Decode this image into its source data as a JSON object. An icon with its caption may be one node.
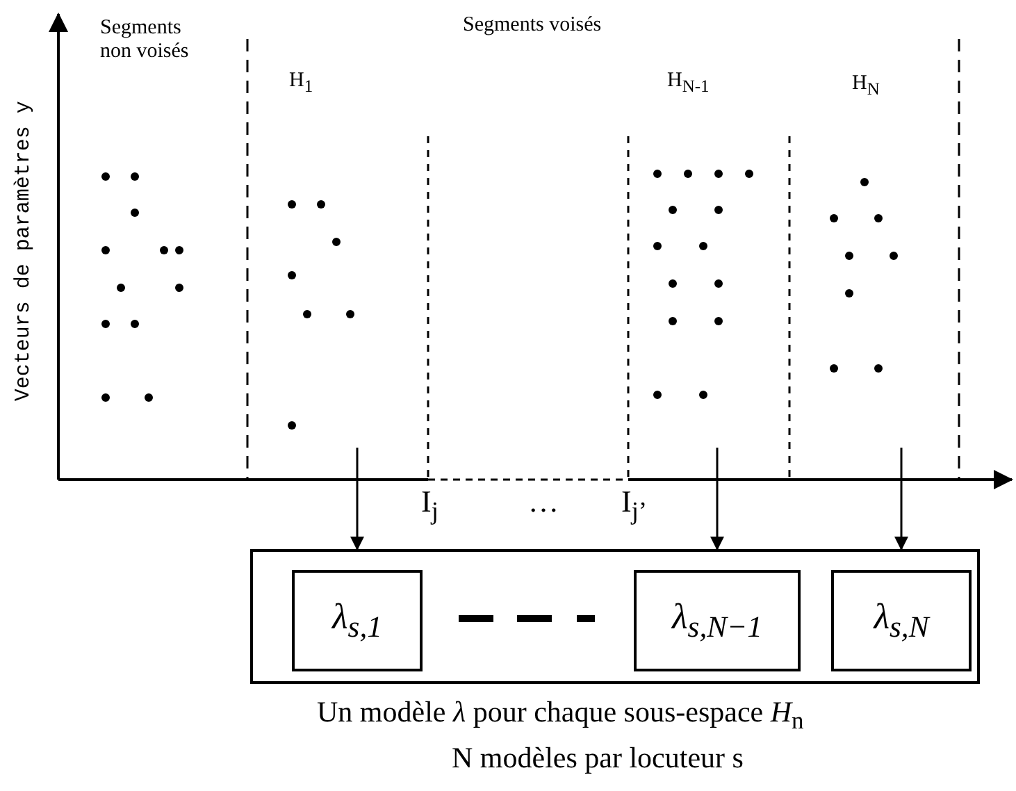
{
  "diagram": {
    "nodes": [
      {
        "text": [
          "H$_{1}$"
        ]
      },
      {
        "text": [
          "H$_{N-1}$"
        ]
      },
      {
        "text": [
          "H$_{N}$"
        ]
      },
      {
        "text": [],
        "shape": "box"
      },
      {
        "text": [
          "λ$_{s,1}$"
        ],
        "in": 3
      },
      {
        "text": [
          "λ$_{s,N−1}$"
        ],
        "in": 3
      },
      {
        "text": [
          "λ$_{s,N}$"
        ],
        "in": 3
      }
    ],
    "edges": [
      {
        "from": 0,
        "to": 4,
        "arrow": "to"
      },
      {
        "from": 1,
        "to": 5,
        "arrow": "to"
      },
      {
        "from": 2,
        "to": 6,
        "arrow": "to"
      }
    ],
    "labels": [
      "Vecteurs de paramètres y",
      "Segments non voisés",
      "Segments voisés",
      "I$_{j}$",
      "…",
      "I$_{j’}$",
      "Un modèle *λ* pour chaque sous-espace *H*$_{n}$",
      "N modèles par locuteur s"
    ]
  }
}
